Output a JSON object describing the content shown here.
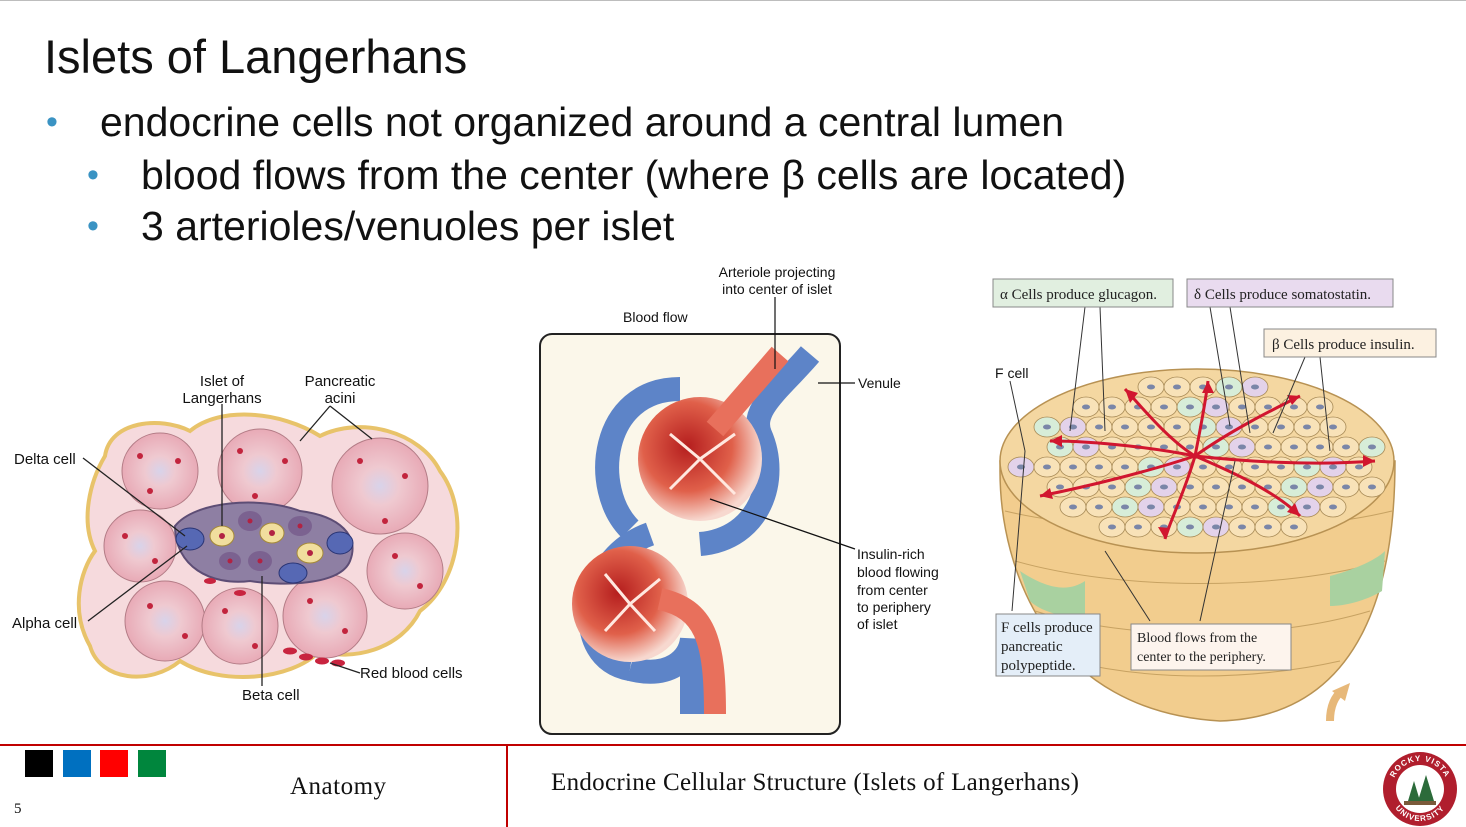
{
  "slide": {
    "title": "Islets of Langerhans",
    "bullets": [
      {
        "level": 1,
        "text": "endocrine cells not organized around a central lumen"
      },
      {
        "level": 2,
        "text": "blood flows from the center (where β cells are located)"
      },
      {
        "level": 2,
        "text": "3 arterioles/venuoles per islet"
      }
    ],
    "bullet_symbol": "•"
  },
  "figure_left": {
    "labels": {
      "islet": [
        "Islet of",
        "Langerhans"
      ],
      "acini": [
        "Pancreatic",
        "acini"
      ],
      "delta": "Delta cell",
      "alpha": "Alpha cell",
      "beta": "Beta cell",
      "rbc": "Red blood cells"
    }
  },
  "figure_middle": {
    "labels": {
      "arteriole": [
        "Arteriole projecting",
        "into center of islet"
      ],
      "blood_flow": "Blood flow",
      "venule": "Venule",
      "insulin": [
        "Insulin-rich",
        "blood flowing",
        "from center",
        "to periphery",
        "of islet"
      ]
    }
  },
  "figure_right": {
    "labels": {
      "alpha": "α Cells produce glucagon.",
      "delta": "δ Cells produce somatostatin.",
      "beta": "β Cells produce insulin.",
      "fcell": "F cell",
      "fcell_box": [
        "F cells produce",
        "pancreatic",
        "polypeptide."
      ],
      "flow_box": [
        "Blood flows from the",
        "center to the periphery."
      ]
    }
  },
  "footer": {
    "course": "Anatomy",
    "topic": "Endocrine Cellular Structure (Islets of Langerhans)",
    "page": "5",
    "squares": [
      "#000000",
      "#0070c0",
      "#ff0000",
      "#00863d"
    ],
    "logo_text": [
      "ROCKY VISTA",
      "UNIVERSITY"
    ]
  },
  "colors": {
    "bullet": "#3a93c3",
    "accent_red": "#c00000"
  }
}
